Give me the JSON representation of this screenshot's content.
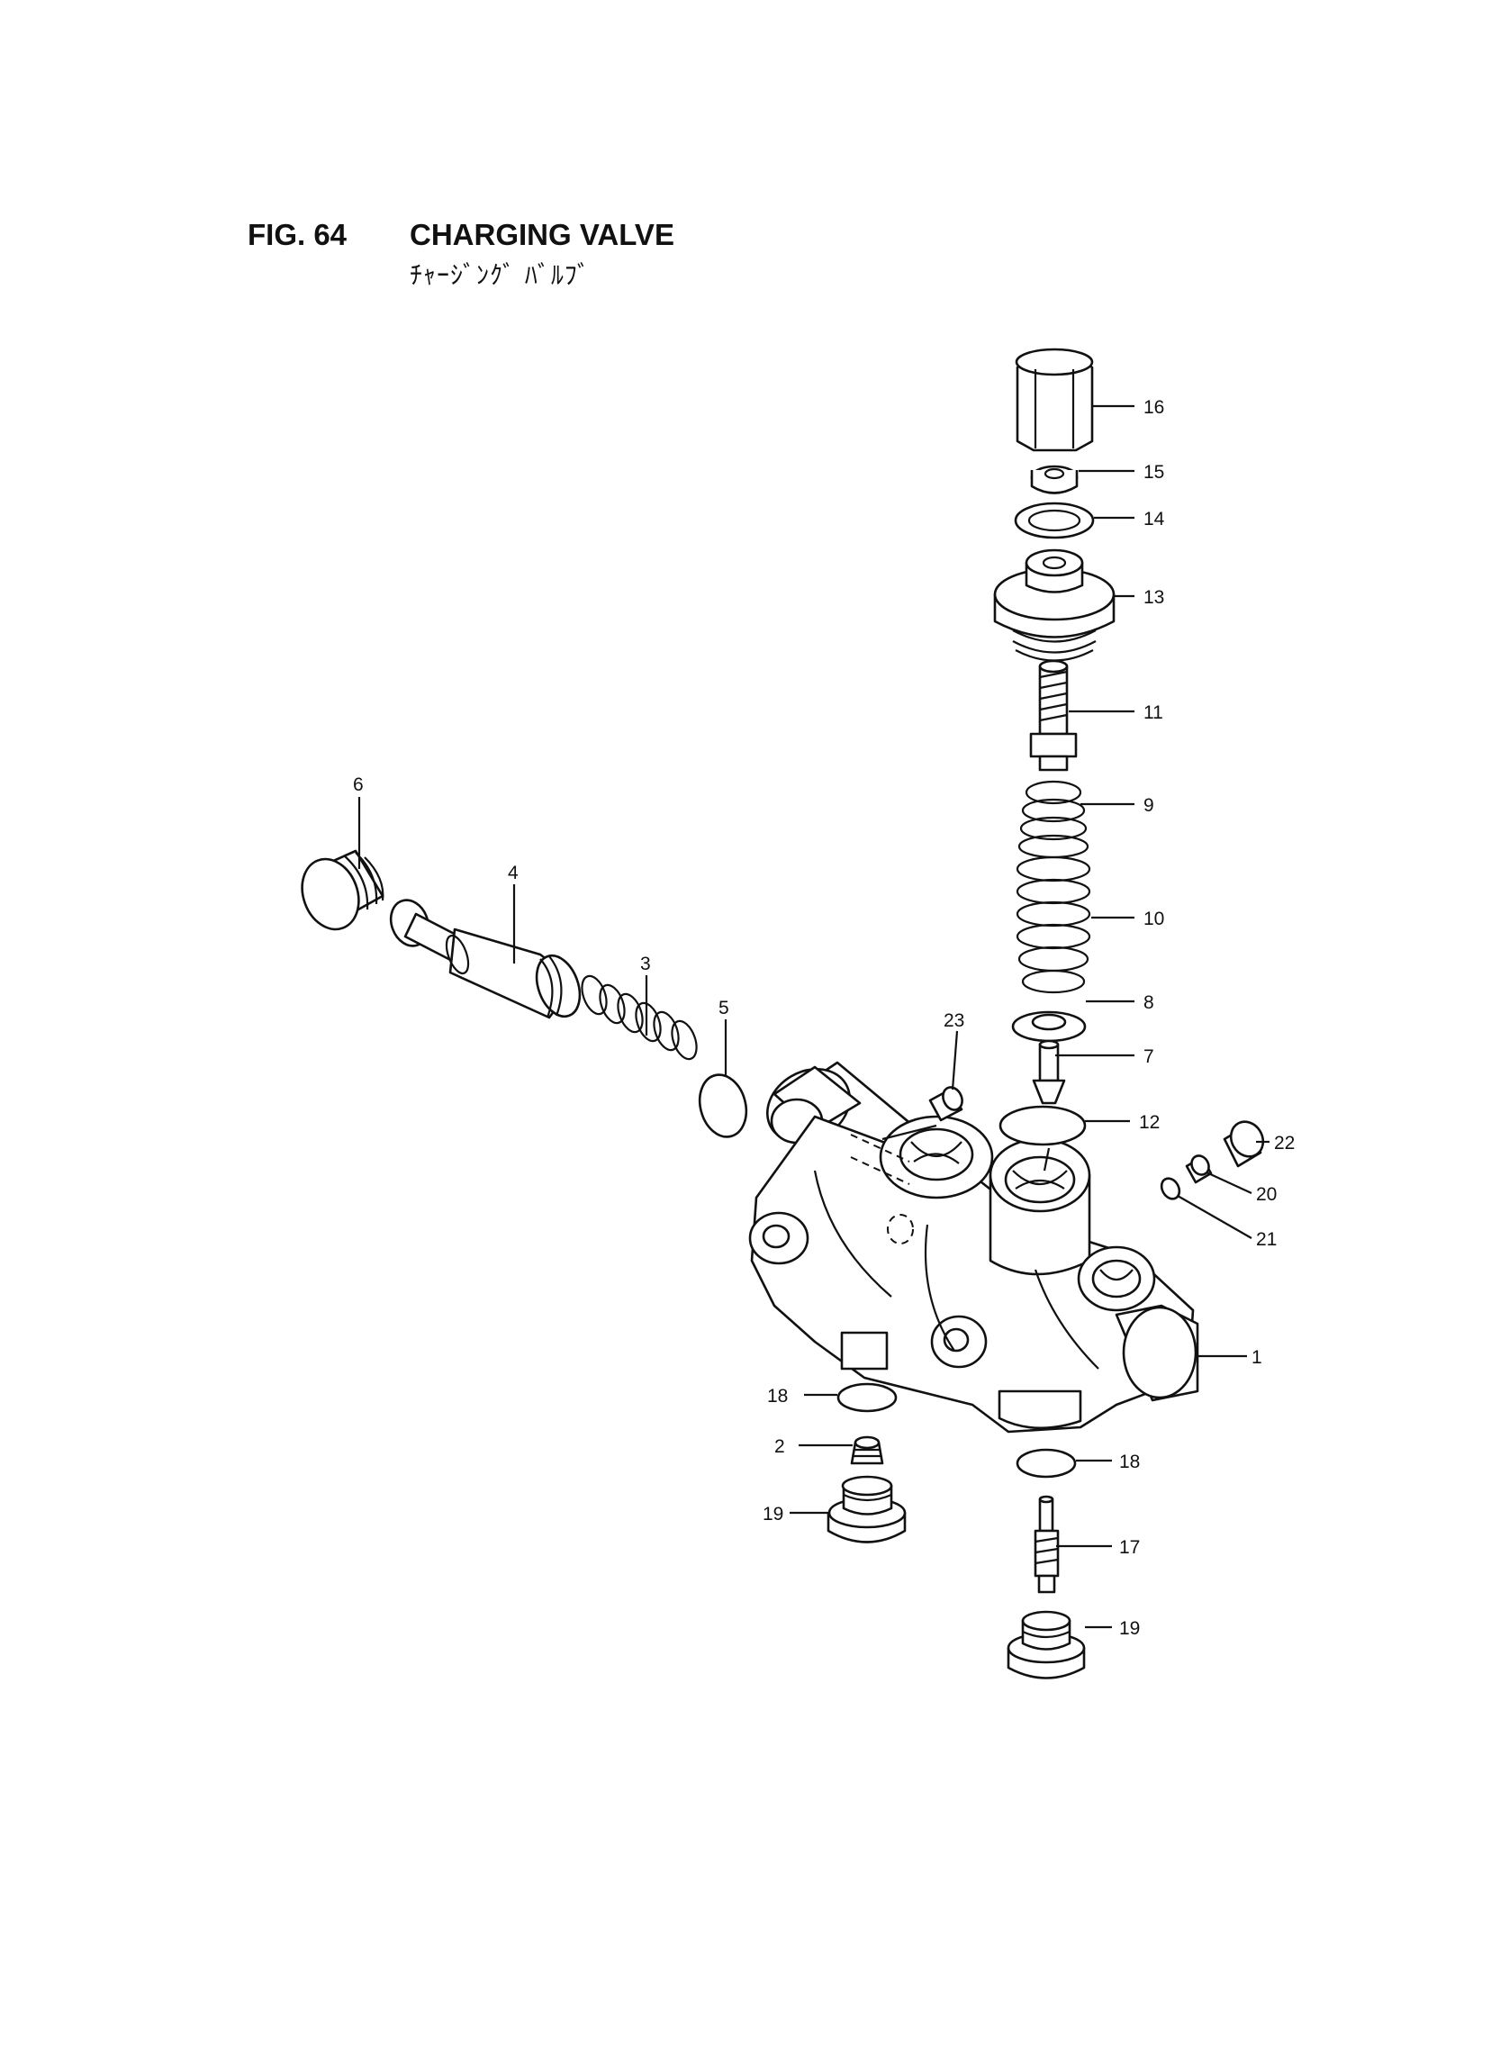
{
  "figure": {
    "number": "FIG. 64",
    "title": "CHARGING VALVE",
    "subtitle": "ﾁｬｰｼﾞﾝｸﾞ ﾊﾞﾙﾌﾞ"
  },
  "callouts": {
    "c1": "1",
    "c2": "2",
    "c3": "3",
    "c4": "4",
    "c5": "5",
    "c6": "6",
    "c7": "7",
    "c8": "8",
    "c9": "9",
    "c10": "10",
    "c11": "11",
    "c12": "12",
    "c13": "13",
    "c14": "14",
    "c15": "15",
    "c16": "16",
    "c17": "17",
    "c18a": "18",
    "c18b": "18",
    "c19a": "19",
    "c19b": "19",
    "c20": "20",
    "c21": "21",
    "c22": "22",
    "c23": "23"
  }
}
